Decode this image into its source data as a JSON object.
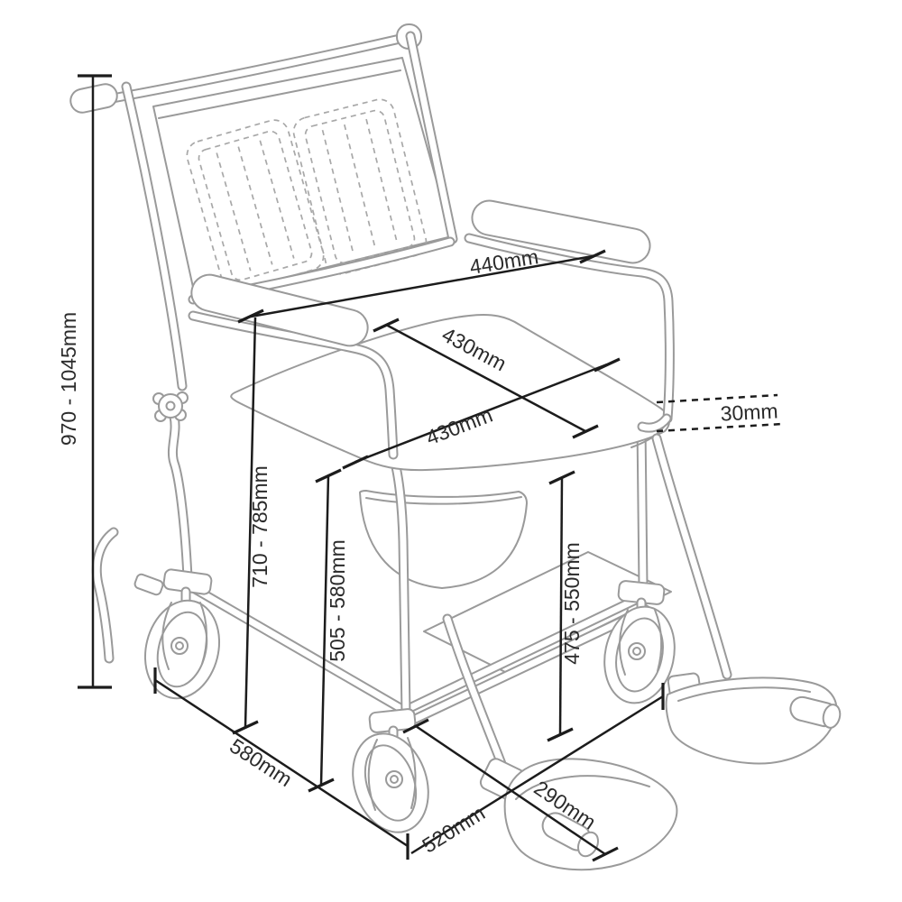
{
  "page": {
    "type": "product-dimension-diagram",
    "subject": "wheeled commode chair line drawing",
    "background_color": "#ffffff",
    "artwork_line_color": "#9a9a9a",
    "dimension_line_color": "#1c1c1c",
    "label_text_color": "#2b2b2b"
  },
  "dimensions": {
    "overall_height": "970 - 1045mm",
    "armrest_span_width": "440mm",
    "seat_depth": "430mm",
    "seat_width": "430mm",
    "cushion_thickness": "30mm",
    "floor_to_armrest": "710 - 785mm",
    "floor_to_seat": "505 - 580mm",
    "frame_height": "475 - 550mm",
    "base_depth": "580mm",
    "base_width": "520mm",
    "footplate_width": "290mm"
  }
}
